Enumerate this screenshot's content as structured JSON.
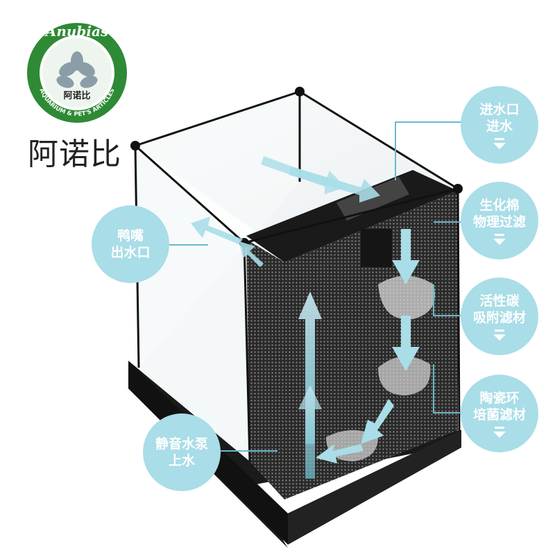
{
  "brand": {
    "logo_name": "Anubias",
    "logo_cn": "阿诺比",
    "logo_ring_text": "AQUARIUM & PET'S ARTICLES",
    "name_cn": "阿诺比"
  },
  "labels": {
    "inlet": [
      "进水口",
      "进水"
    ],
    "bio_cotton": [
      "生化棉",
      "物理过滤"
    ],
    "carbon": [
      "活性碳",
      "吸附滤材"
    ],
    "ceramic": [
      "陶瓷环",
      "培菌滤材"
    ],
    "outlet": [
      "鸭嘴",
      "出水口"
    ],
    "pump": [
      "静音水泵",
      "上水"
    ]
  },
  "colors": {
    "bubble": "#a9dde8",
    "arrow": "#6ab9c9",
    "logo_green": "#2e8a35",
    "frame": "#111111"
  }
}
